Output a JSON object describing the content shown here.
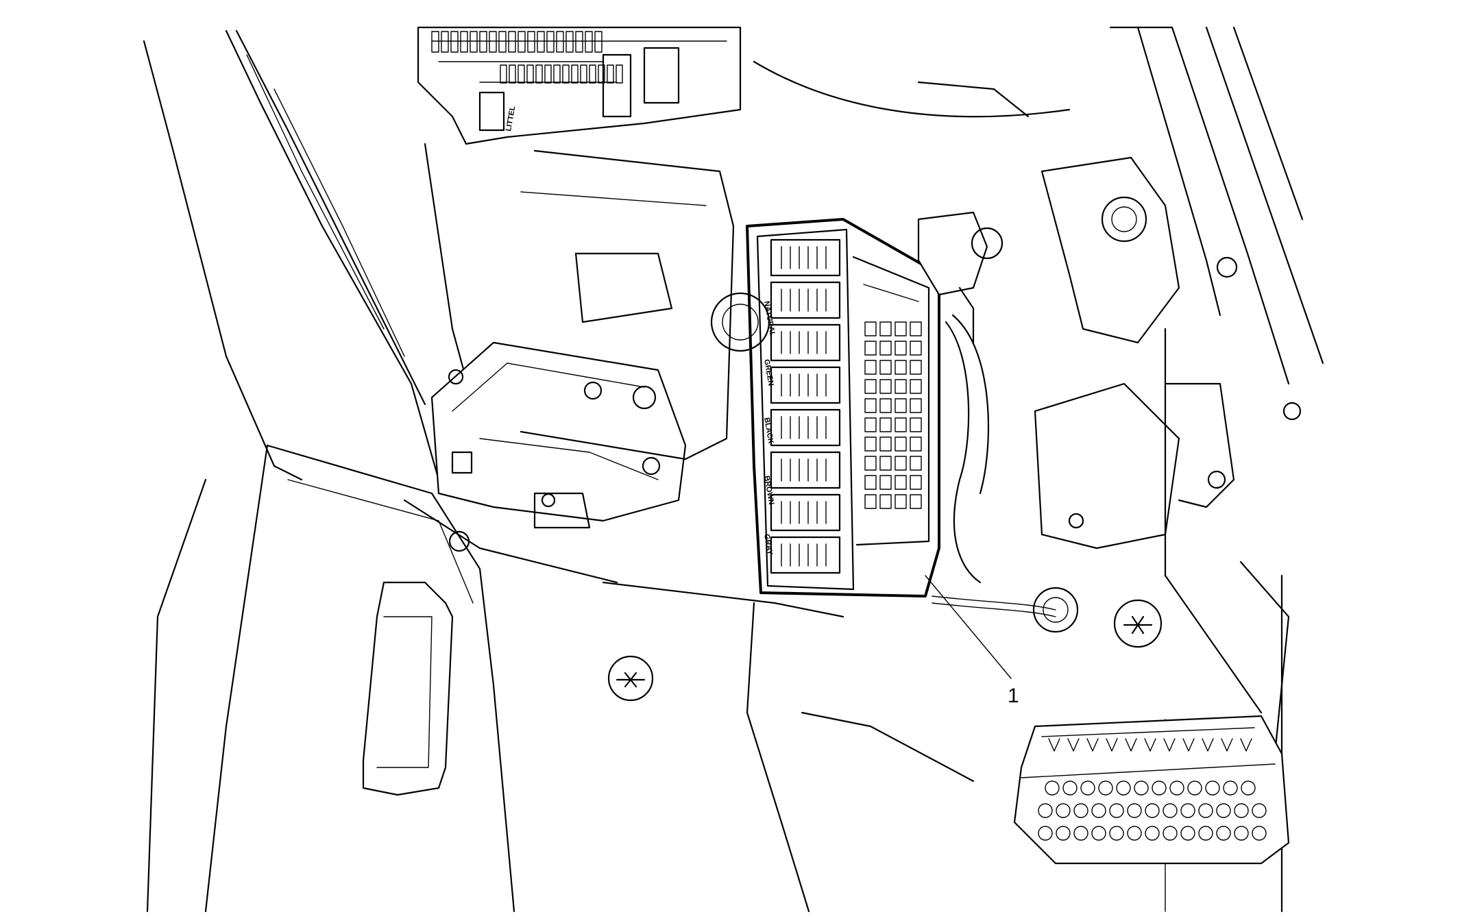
{
  "callouts": [
    {
      "number": "1"
    }
  ],
  "connector_labels": [
    "NATURAL",
    "GREEN",
    "BLACK",
    "BROWN",
    "GRAY"
  ],
  "fuse_label": "LITTEL",
  "colors": {
    "line": "#000000",
    "background": "#ffffff"
  }
}
